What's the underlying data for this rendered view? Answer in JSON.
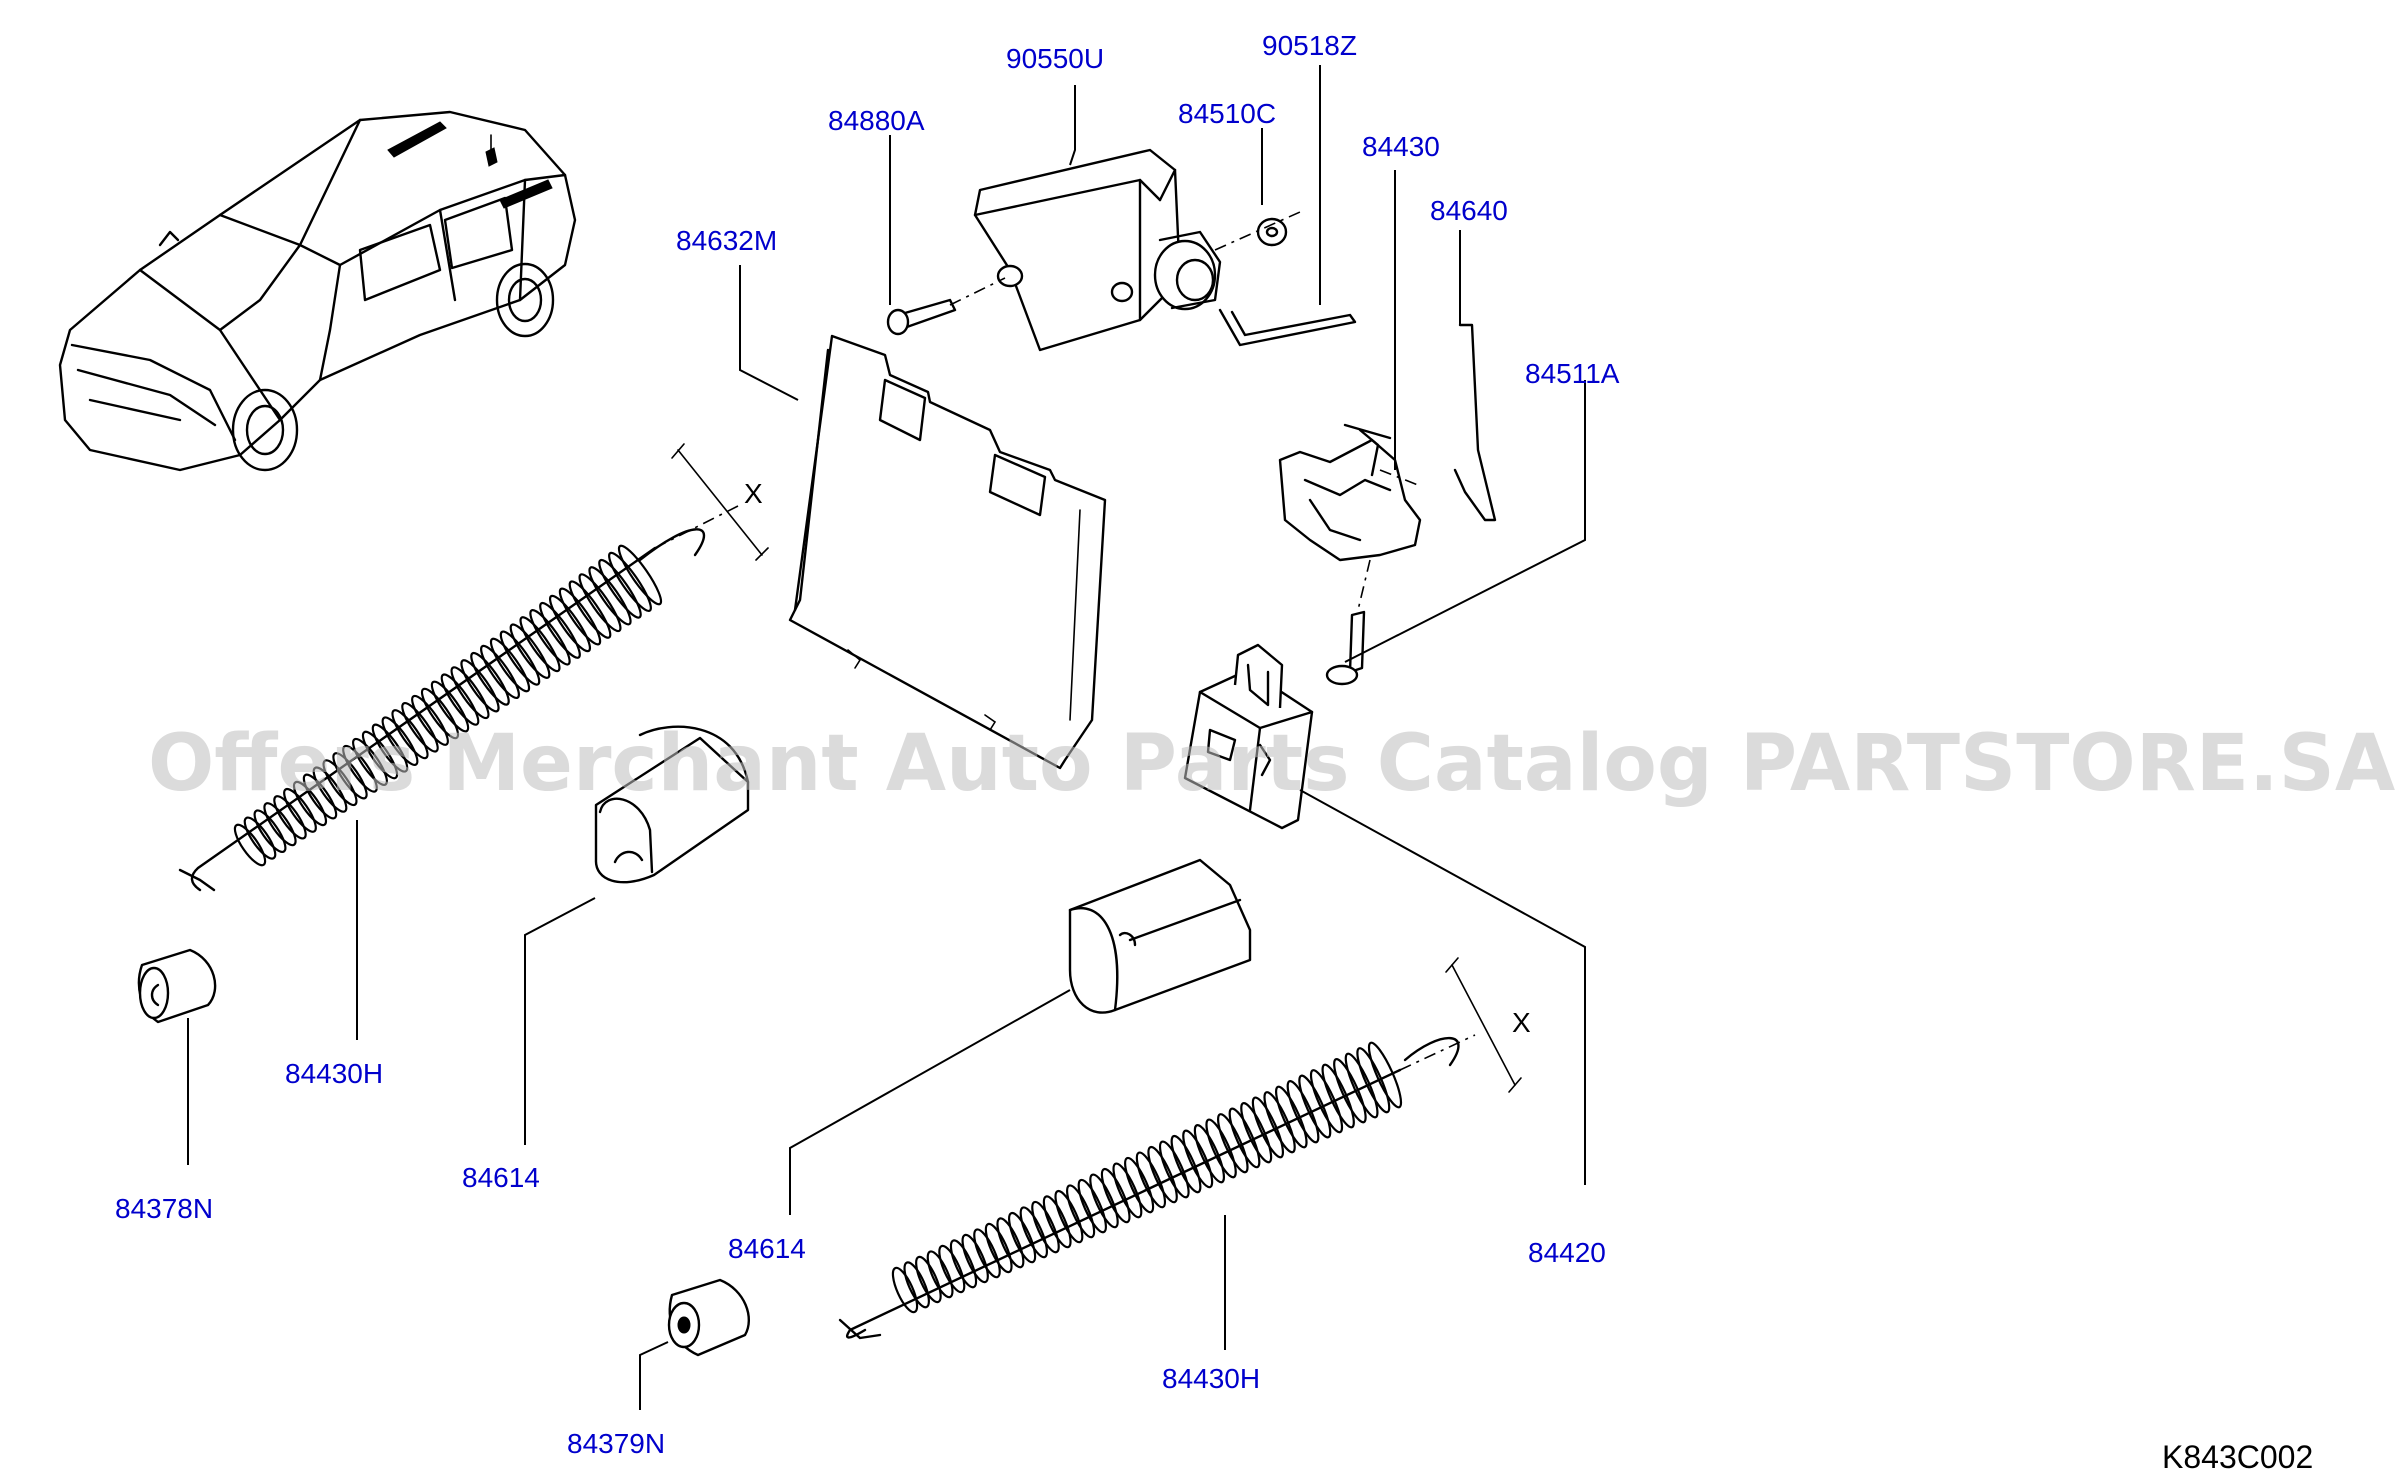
{
  "parts": [
    {
      "id": "90550u",
      "label": "90550U"
    },
    {
      "id": "90518z",
      "label": "90518Z"
    },
    {
      "id": "84880a",
      "label": "84880A"
    },
    {
      "id": "84510c",
      "label": "84510C"
    },
    {
      "id": "84430",
      "label": "84430"
    },
    {
      "id": "84640",
      "label": "84640"
    },
    {
      "id": "84632m",
      "label": "84632M"
    },
    {
      "id": "84511a",
      "label": "84511A"
    },
    {
      "id": "84430h-upper",
      "label": "84430H"
    },
    {
      "id": "84378n",
      "label": "84378N"
    },
    {
      "id": "84614-upper",
      "label": "84614"
    },
    {
      "id": "84614-lower",
      "label": "84614"
    },
    {
      "id": "84420",
      "label": "84420"
    },
    {
      "id": "84430h-lower",
      "label": "84430H"
    },
    {
      "id": "84379n",
      "label": "84379N"
    }
  ],
  "dimension_marks": [
    "X",
    "X"
  ],
  "diagram_code": "K843C002",
  "watermark": "Offers Merchant Auto Parts Catalog PARTSTORE.SA",
  "colors": {
    "label": "#0000cc",
    "line": "#000000",
    "watermark": "#bdbdbd"
  }
}
